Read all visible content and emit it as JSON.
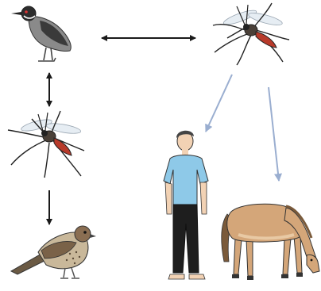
{
  "diagram": {
    "nodes": [
      {
        "id": "heron",
        "kind": "bird",
        "icon": "night-heron-icon"
      },
      {
        "id": "mosquito-top",
        "kind": "mosquito",
        "icon": "mosquito-icon"
      },
      {
        "id": "mosquito-left",
        "kind": "mosquito",
        "icon": "mosquito-icon"
      },
      {
        "id": "sparrow",
        "kind": "bird",
        "icon": "sparrow-icon"
      },
      {
        "id": "human",
        "kind": "human",
        "icon": "human-icon"
      },
      {
        "id": "horse",
        "kind": "horse",
        "icon": "horse-icon"
      }
    ],
    "edges": [
      {
        "from": "heron",
        "to": "mosquito-top",
        "style": "bidirectional",
        "color": "#1a1a1a"
      },
      {
        "from": "heron",
        "to": "mosquito-left",
        "style": "bidirectional",
        "color": "#1a1a1a"
      },
      {
        "from": "mosquito-left",
        "to": "sparrow",
        "style": "one-way",
        "color": "#1a1a1a"
      },
      {
        "from": "mosquito-top",
        "to": "human",
        "style": "one-way",
        "color": "#9aaed0"
      },
      {
        "from": "mosquito-top",
        "to": "horse",
        "style": "one-way",
        "color": "#9aaed0"
      }
    ]
  },
  "colors": {
    "dark_arrow": "#1a1a1a",
    "light_arrow": "#9aaed0",
    "shirt": "#8ec9e8",
    "pants": "#1e1e1e",
    "horse": "#d4a679",
    "mosquito_abdomen": "#b83a2a"
  }
}
